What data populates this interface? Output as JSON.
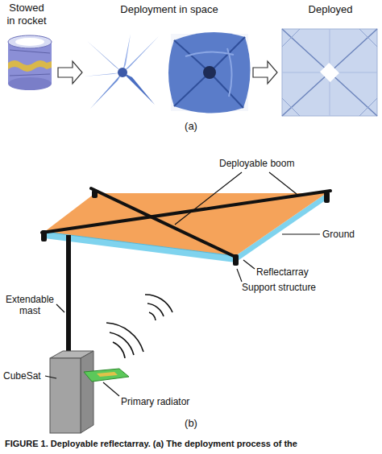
{
  "diagram": {
    "caption": "FIGURE 1. Deployable reflectarray. (a) The deployment process of the",
    "labels": [
      "Stowed in rocket",
      "Deployment in space",
      "Deployed",
      "(a)",
      "Deployable boom",
      "Ground",
      "Reflectarray",
      "Support structure",
      "Extendable mast",
      "CubeSat",
      "Primary radiator",
      "(b)"
    ]
  }
}
